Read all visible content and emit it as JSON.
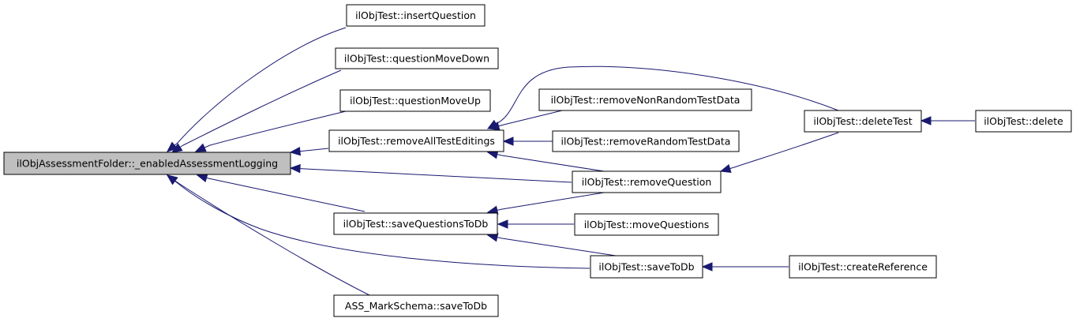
{
  "graph": {
    "colors": {
      "edge": "#191970",
      "root_fill": "#bfbfbf",
      "node_fill": "#ffffff",
      "node_border": "#000000"
    },
    "nodes": [
      {
        "id": "enabled_logging",
        "label": "ilObjAssessmentFolder::_enabledAssessmentLogging",
        "root": true
      },
      {
        "id": "insertQuestion",
        "label": "ilObjTest::insertQuestion"
      },
      {
        "id": "questionMoveDown",
        "label": "ilObjTest::questionMoveDown"
      },
      {
        "id": "questionMoveUp",
        "label": "ilObjTest::questionMoveUp"
      },
      {
        "id": "removeAllTestEditings",
        "label": "ilObjTest::removeAllTestEditings"
      },
      {
        "id": "saveQuestionsToDb",
        "label": "ilObjTest::saveQuestionsToDb"
      },
      {
        "id": "markSchemaSaveToDb",
        "label": "ASS_MarkSchema::saveToDb"
      },
      {
        "id": "removeNonRandomTestData",
        "label": "ilObjTest::removeNonRandomTestData"
      },
      {
        "id": "removeRandomTestData",
        "label": "ilObjTest::removeRandomTestData"
      },
      {
        "id": "removeQuestion",
        "label": "ilObjTest::removeQuestion"
      },
      {
        "id": "moveQuestions",
        "label": "ilObjTest::moveQuestions"
      },
      {
        "id": "saveToDb",
        "label": "ilObjTest::saveToDb"
      },
      {
        "id": "deleteTest",
        "label": "ilObjTest::deleteTest"
      },
      {
        "id": "delete",
        "label": "ilObjTest::delete"
      },
      {
        "id": "createReference",
        "label": "ilObjTest::createReference"
      }
    ],
    "edges": [
      {
        "from": "insertQuestion",
        "to": "enabled_logging"
      },
      {
        "from": "questionMoveDown",
        "to": "enabled_logging"
      },
      {
        "from": "questionMoveUp",
        "to": "enabled_logging"
      },
      {
        "from": "removeAllTestEditings",
        "to": "enabled_logging"
      },
      {
        "from": "removeQuestion",
        "to": "enabled_logging"
      },
      {
        "from": "saveQuestionsToDb",
        "to": "enabled_logging"
      },
      {
        "from": "saveToDb",
        "to": "enabled_logging"
      },
      {
        "from": "markSchemaSaveToDb",
        "to": "enabled_logging"
      },
      {
        "from": "deleteTest",
        "to": "removeAllTestEditings"
      },
      {
        "from": "removeNonRandomTestData",
        "to": "removeAllTestEditings"
      },
      {
        "from": "removeRandomTestData",
        "to": "removeAllTestEditings"
      },
      {
        "from": "removeQuestion",
        "to": "removeAllTestEditings"
      },
      {
        "from": "removeQuestion",
        "to": "saveQuestionsToDb"
      },
      {
        "from": "moveQuestions",
        "to": "saveQuestionsToDb"
      },
      {
        "from": "saveToDb",
        "to": "saveQuestionsToDb"
      },
      {
        "from": "deleteTest",
        "to": "removeQuestion"
      },
      {
        "from": "delete",
        "to": "deleteTest"
      },
      {
        "from": "createReference",
        "to": "saveToDb"
      }
    ]
  }
}
